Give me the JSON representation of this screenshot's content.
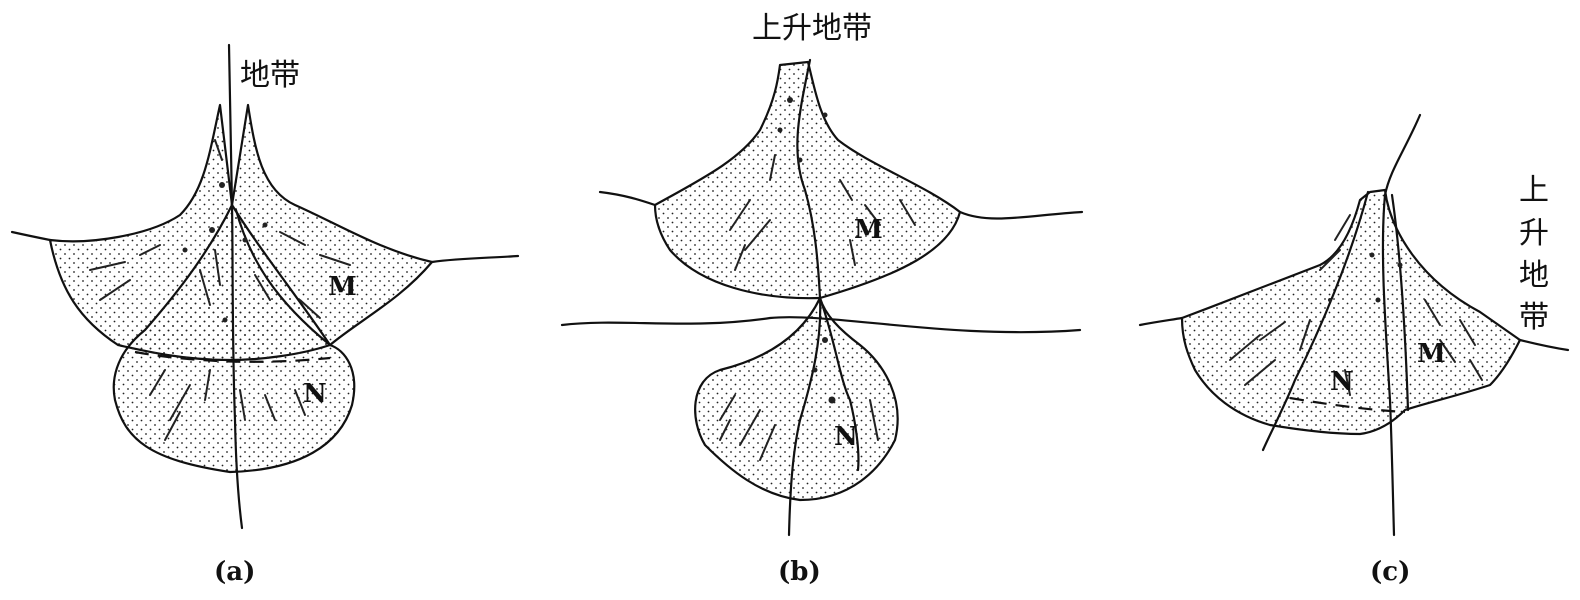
{
  "panels": [
    {
      "id": "a",
      "caption": "(a)",
      "zone_upper": "M",
      "zone_lower": "N",
      "uplift_label": "地带"
    },
    {
      "id": "b",
      "caption": "(b)",
      "zone_upper": "M",
      "zone_lower": "N",
      "uplift_label": "上升地带"
    },
    {
      "id": "c",
      "caption": "(c)",
      "zone_upper": "M",
      "zone_lower": "N",
      "uplift_label_chars": [
        "上",
        "升",
        "地",
        "带"
      ]
    }
  ]
}
